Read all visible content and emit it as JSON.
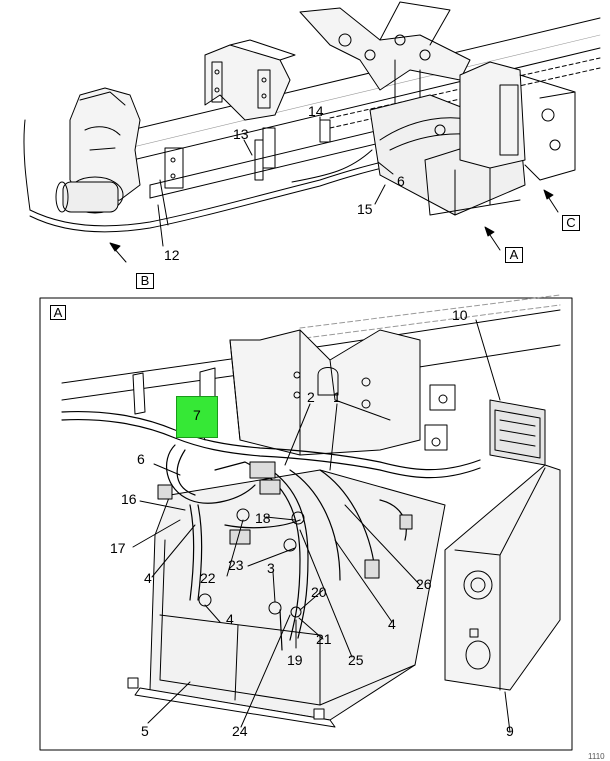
{
  "top_view": {
    "callouts": {
      "c14": "14",
      "c13": "13",
      "c12": "12",
      "c6": "6",
      "c15": "15"
    },
    "view_refs": {
      "a": "A",
      "b": "B",
      "c": "C"
    }
  },
  "detail_a": {
    "frame_label": "A",
    "highlighted_callout": "7",
    "highlight_color": "#36e836",
    "callouts": {
      "c10": "10",
      "c2": "2",
      "c1": "1",
      "c6": "6",
      "c16": "16",
      "c17": "17",
      "c4a": "4",
      "c22": "22",
      "c18": "18",
      "c23": "23",
      "c3": "3",
      "c4b": "4",
      "c20": "20",
      "c21": "21",
      "c19": "19",
      "c26": "26",
      "c4c": "4",
      "c25": "25",
      "c5": "5",
      "c24": "24",
      "c9": "9"
    }
  },
  "figure_number": "1110"
}
